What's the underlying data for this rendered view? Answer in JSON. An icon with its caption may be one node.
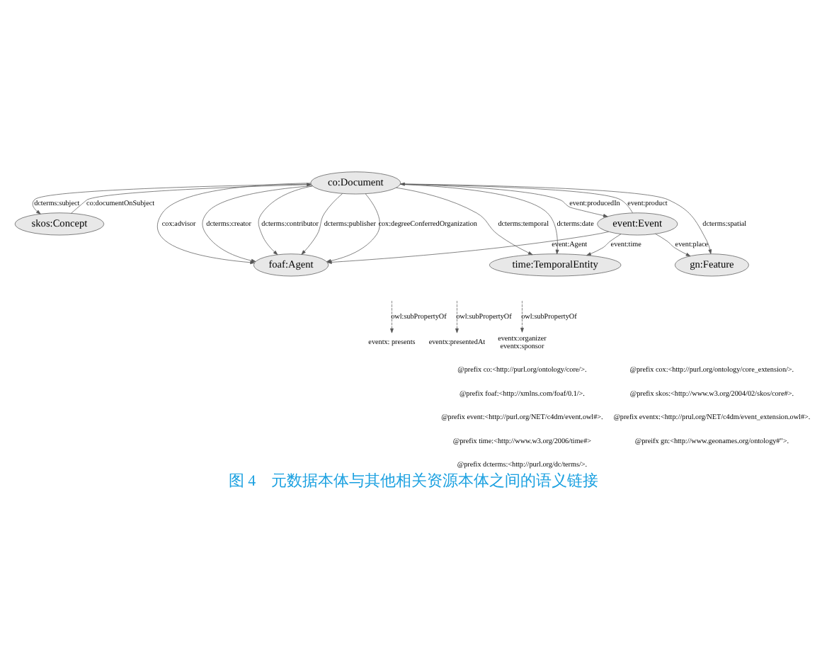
{
  "diagram": {
    "caption": "图 4　元数据本体与其他相关资源本体之间的语义链接",
    "nodes": [
      {
        "text": [
          "co:Document"
        ]
      },
      {
        "text": [
          "skos:Concept"
        ]
      },
      {
        "text": [
          "foaf:Agent"
        ]
      },
      {
        "text": [
          "time:TemporalEntity"
        ]
      },
      {
        "text": [
          "event:Event"
        ]
      },
      {
        "text": [
          "gn:Feature"
        ]
      },
      {
        "text": [
          "eventx: presents"
        ]
      },
      {
        "text": [
          "eventx:presentedAt"
        ]
      },
      {
        "text": [
          "eventx:organizer",
          "eventx:sponsor"
        ]
      }
    ],
    "edges": [
      {
        "from": 0,
        "to": 2,
        "arrow": "to",
        "label": "cox:degreeConferredOrganization"
      },
      {
        "from": 0,
        "to": 2,
        "arrow": "to",
        "label": "cox:advisor"
      },
      {
        "from": 0,
        "to": 2,
        "arrow": "to",
        "label": "dcterms:creator"
      },
      {
        "from": 0,
        "to": 2,
        "arrow": "to",
        "label": "dcterms:contributor"
      },
      {
        "from": 0,
        "to": 2,
        "arrow": "to",
        "label": "dcterms:publisher"
      },
      {
        "from": 0,
        "to": 1,
        "arrow": "to",
        "label": "dcterms:subject"
      },
      {
        "from": 1,
        "to": 0,
        "arrow": "to",
        "label": "co:documentOnSubject"
      },
      {
        "from": 0,
        "to": 3,
        "arrow": "to",
        "label": "dcterms:temporal"
      },
      {
        "from": 0,
        "to": 3,
        "arrow": "to",
        "label": "dcterms:date"
      },
      {
        "from": 0,
        "to": 5,
        "arrow": "to",
        "label": "dcterms:spatial"
      },
      {
        "from": 4,
        "to": 0,
        "arrow": "to",
        "label": "event:product"
      },
      {
        "from": 0,
        "to": 4,
        "arrow": "to",
        "label": "event:producedIn"
      },
      {
        "from": 4,
        "to": 2,
        "arrow": "to",
        "label": "event:Agent"
      },
      {
        "from": 4,
        "to": 5,
        "arrow": "to",
        "label": "event:place"
      },
      {
        "from": 4,
        "to": 3,
        "arrow": "to",
        "label": "event:time"
      },
      {
        "from": null,
        "to": 6,
        "arrow": "to",
        "label": "owl:subPropertyOf",
        "style": "dashed"
      },
      {
        "from": null,
        "to": 7,
        "arrow": "to",
        "label": "owl:subPropertyOf",
        "style": "dashed"
      },
      {
        "from": null,
        "to": 8,
        "arrow": "to",
        "label": "owl:subPropertyOf",
        "style": "dashed"
      }
    ],
    "labels": [
      "@prefix co:<http://purl.org/ontology/core/>.",
      "@prefix cox:<http://purl.org/ontology/core_extension/>.",
      "@prefix foaf:<http://xmlns.com/foaf/0.1/>.",
      "@prefix skos:<http://www.w3.org/2004/02/skos/core#>.",
      "@prefix event:<http://purl.org/NET/c4dm/event.owl#>.",
      "@prefix eventx:<http://prul.org/NET/c4dm/event_extension.owl#>.",
      "@prefix time:<http://www.w3.org/2006/time#>",
      "@preifx gn:<http://www.geonames.org/ontology#\">.",
      "@prefix dcterms:<http://purl.org/dc/terms/>."
    ]
  }
}
